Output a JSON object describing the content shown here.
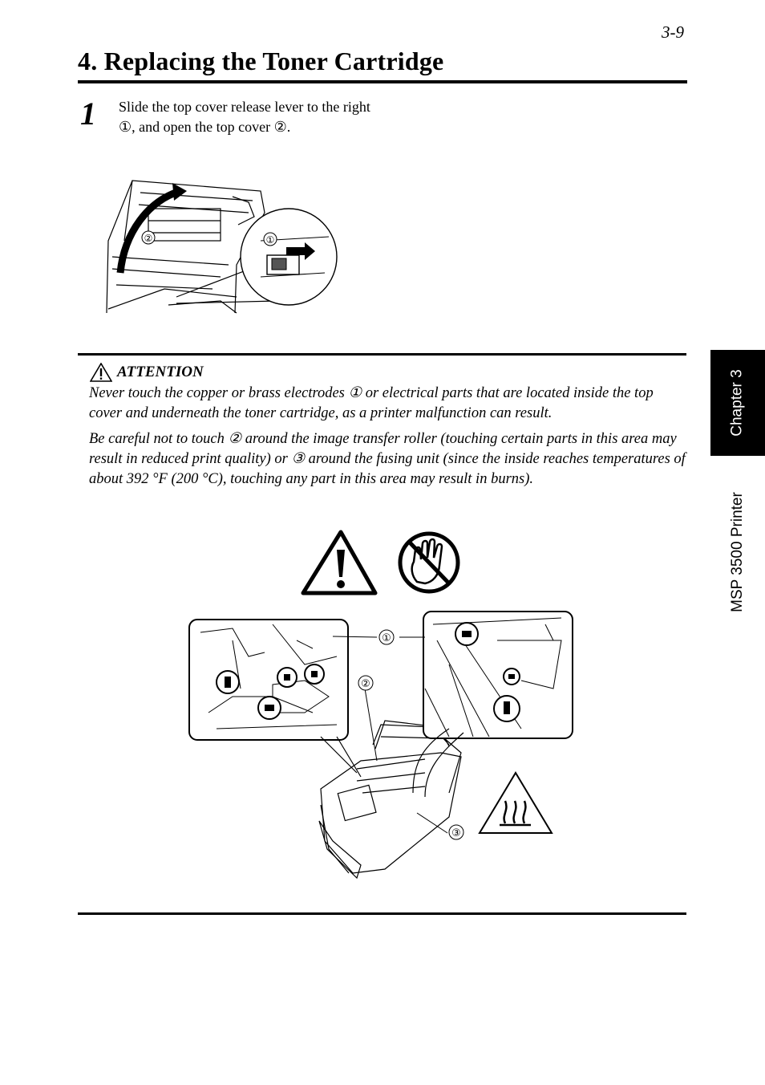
{
  "header": {
    "page_number": "3-9",
    "title": "4. Replacing the Toner Cartridge"
  },
  "step": {
    "number": "1",
    "text": "Slide the top cover release lever to the right ①, and open the top cover ②."
  },
  "figure_cover": {
    "callouts": [
      "①",
      "②"
    ]
  },
  "attention": {
    "heading": "ATTENTION",
    "paragraph1": "Never touch the copper or brass electrodes ① or electrical parts that are located inside the top cover and underneath the toner cartridge, as a printer malfunction can result.",
    "paragraph2": "Be careful not to touch ② around the image transfer roller (touching certain parts in this area may result in reduced print quality) or ③ around the fusing unit (since the inside reaches temperatures of about 392 °F (200 °C), touching any part in this area may result in burns)."
  },
  "figure_printer": {
    "callouts": [
      "①",
      "②",
      "③"
    ]
  },
  "side_tab": {
    "chapter": "Chapter 3",
    "product": "MSP 3500 Printer"
  }
}
